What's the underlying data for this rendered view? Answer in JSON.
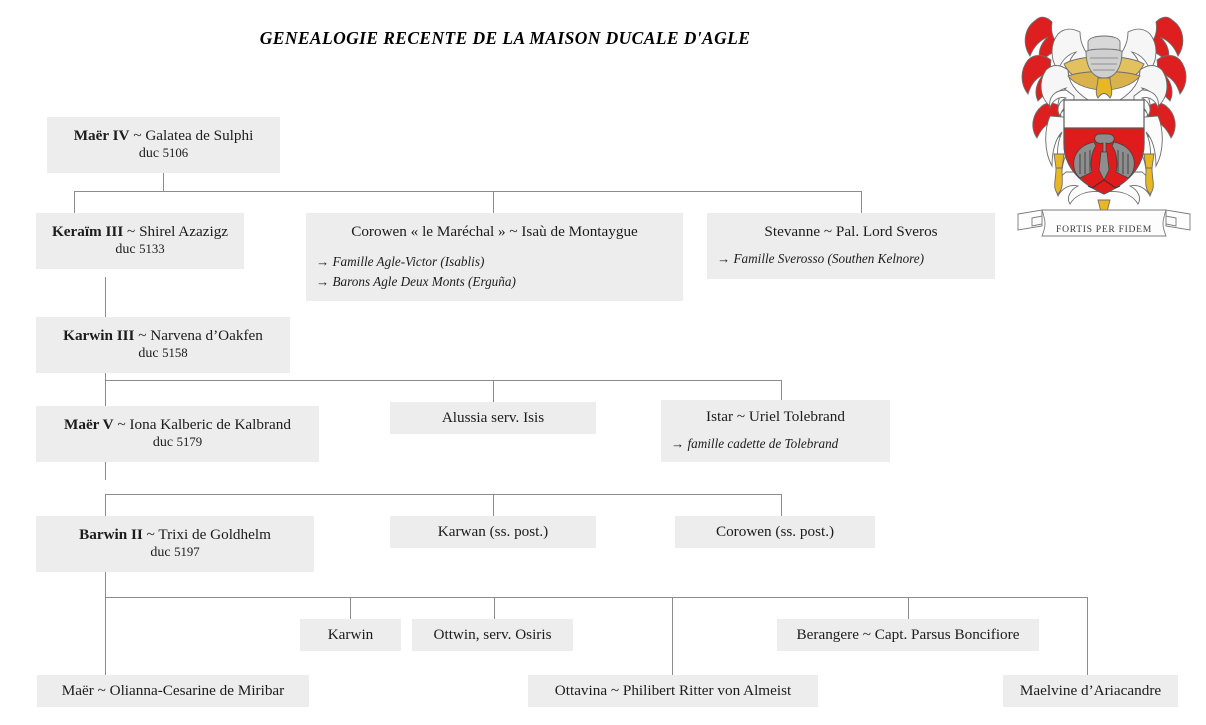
{
  "title": "GENEALOGIE RECENTE DE LA MAISON DUCALE D'AGLE",
  "crest": {
    "motto": "FORTIS PER FIDEM",
    "colors": {
      "gules": "#e01b1b",
      "argent": "#ffffff",
      "or": "#e8b824",
      "sable": "#4a4a4a",
      "outline": "#6d6d6d"
    },
    "charges": [
      "eagle-displayed",
      "helm",
      "mantling",
      "tassels",
      "scroll"
    ]
  },
  "nodes": {
    "maer4": {
      "name": "Maër IV",
      "title_bold": "Maër IV",
      "spouse": "Galatea de Sulphi",
      "tilde": "~",
      "rank": "duc",
      "year": "5106"
    },
    "keraim3": {
      "name": "Keraïm III",
      "title_bold": "Keraïm III",
      "spouse": "Shirel Azazigz",
      "tilde": "~",
      "rank": "duc",
      "year": "5133"
    },
    "corowen_m": {
      "name": "Corowen « le Maréchal »",
      "spouse": "Isaù de Montaygue",
      "tilde": "~",
      "branches": [
        "Famille Agle-Victor (Isablis)",
        "Barons Agle Deux Monts (Erguña)"
      ]
    },
    "stevanne": {
      "name": "Stevanne",
      "spouse": "Pal. Lord Sveros",
      "tilde": "~",
      "branches": [
        "Famille Sverosso (Southen Kelnore)"
      ]
    },
    "karwin3": {
      "name": "Karwin III",
      "title_bold": "Karwin III",
      "spouse": "Narvena d’Oakfen",
      "tilde": "~",
      "rank": "duc",
      "year": "5158"
    },
    "maer5": {
      "name": "Maër V",
      "title_bold": "Maër V",
      "spouse": "Iona Kalberic de Kalbrand",
      "tilde": "~",
      "rank": "duc",
      "year": "5179"
    },
    "alussia": {
      "name": "Alussia serv. Isis"
    },
    "istar": {
      "name": "Istar",
      "spouse": "Uriel Tolebrand",
      "tilde": " ~ ",
      "branches": [
        "famille cadette de Tolebrand"
      ]
    },
    "barwin2": {
      "name": "Barwin II",
      "title_bold": "Barwin II",
      "spouse": "Trixi de Goldhelm",
      "tilde": "~",
      "rank": "duc",
      "year": "5197"
    },
    "karwan": {
      "name": "Karwan (ss. post.)"
    },
    "corowen_p": {
      "name": "Corowen (ss. post.)"
    },
    "karwin": {
      "name": "Karwin"
    },
    "ottwin": {
      "name": "Ottwin, serv. Osiris"
    },
    "berangere": {
      "name": "Berangere ~ Capt. Parsus Boncifiore"
    },
    "maer_o": {
      "name": "Maër ~ Olianna-Cesarine de Miribar"
    },
    "ottavina": {
      "name": "Ottavina ~ Philibert Ritter von Almeist"
    },
    "maelvine": {
      "name": "Maelvine d’Ariacandre"
    }
  },
  "arrow_glyph": "→"
}
